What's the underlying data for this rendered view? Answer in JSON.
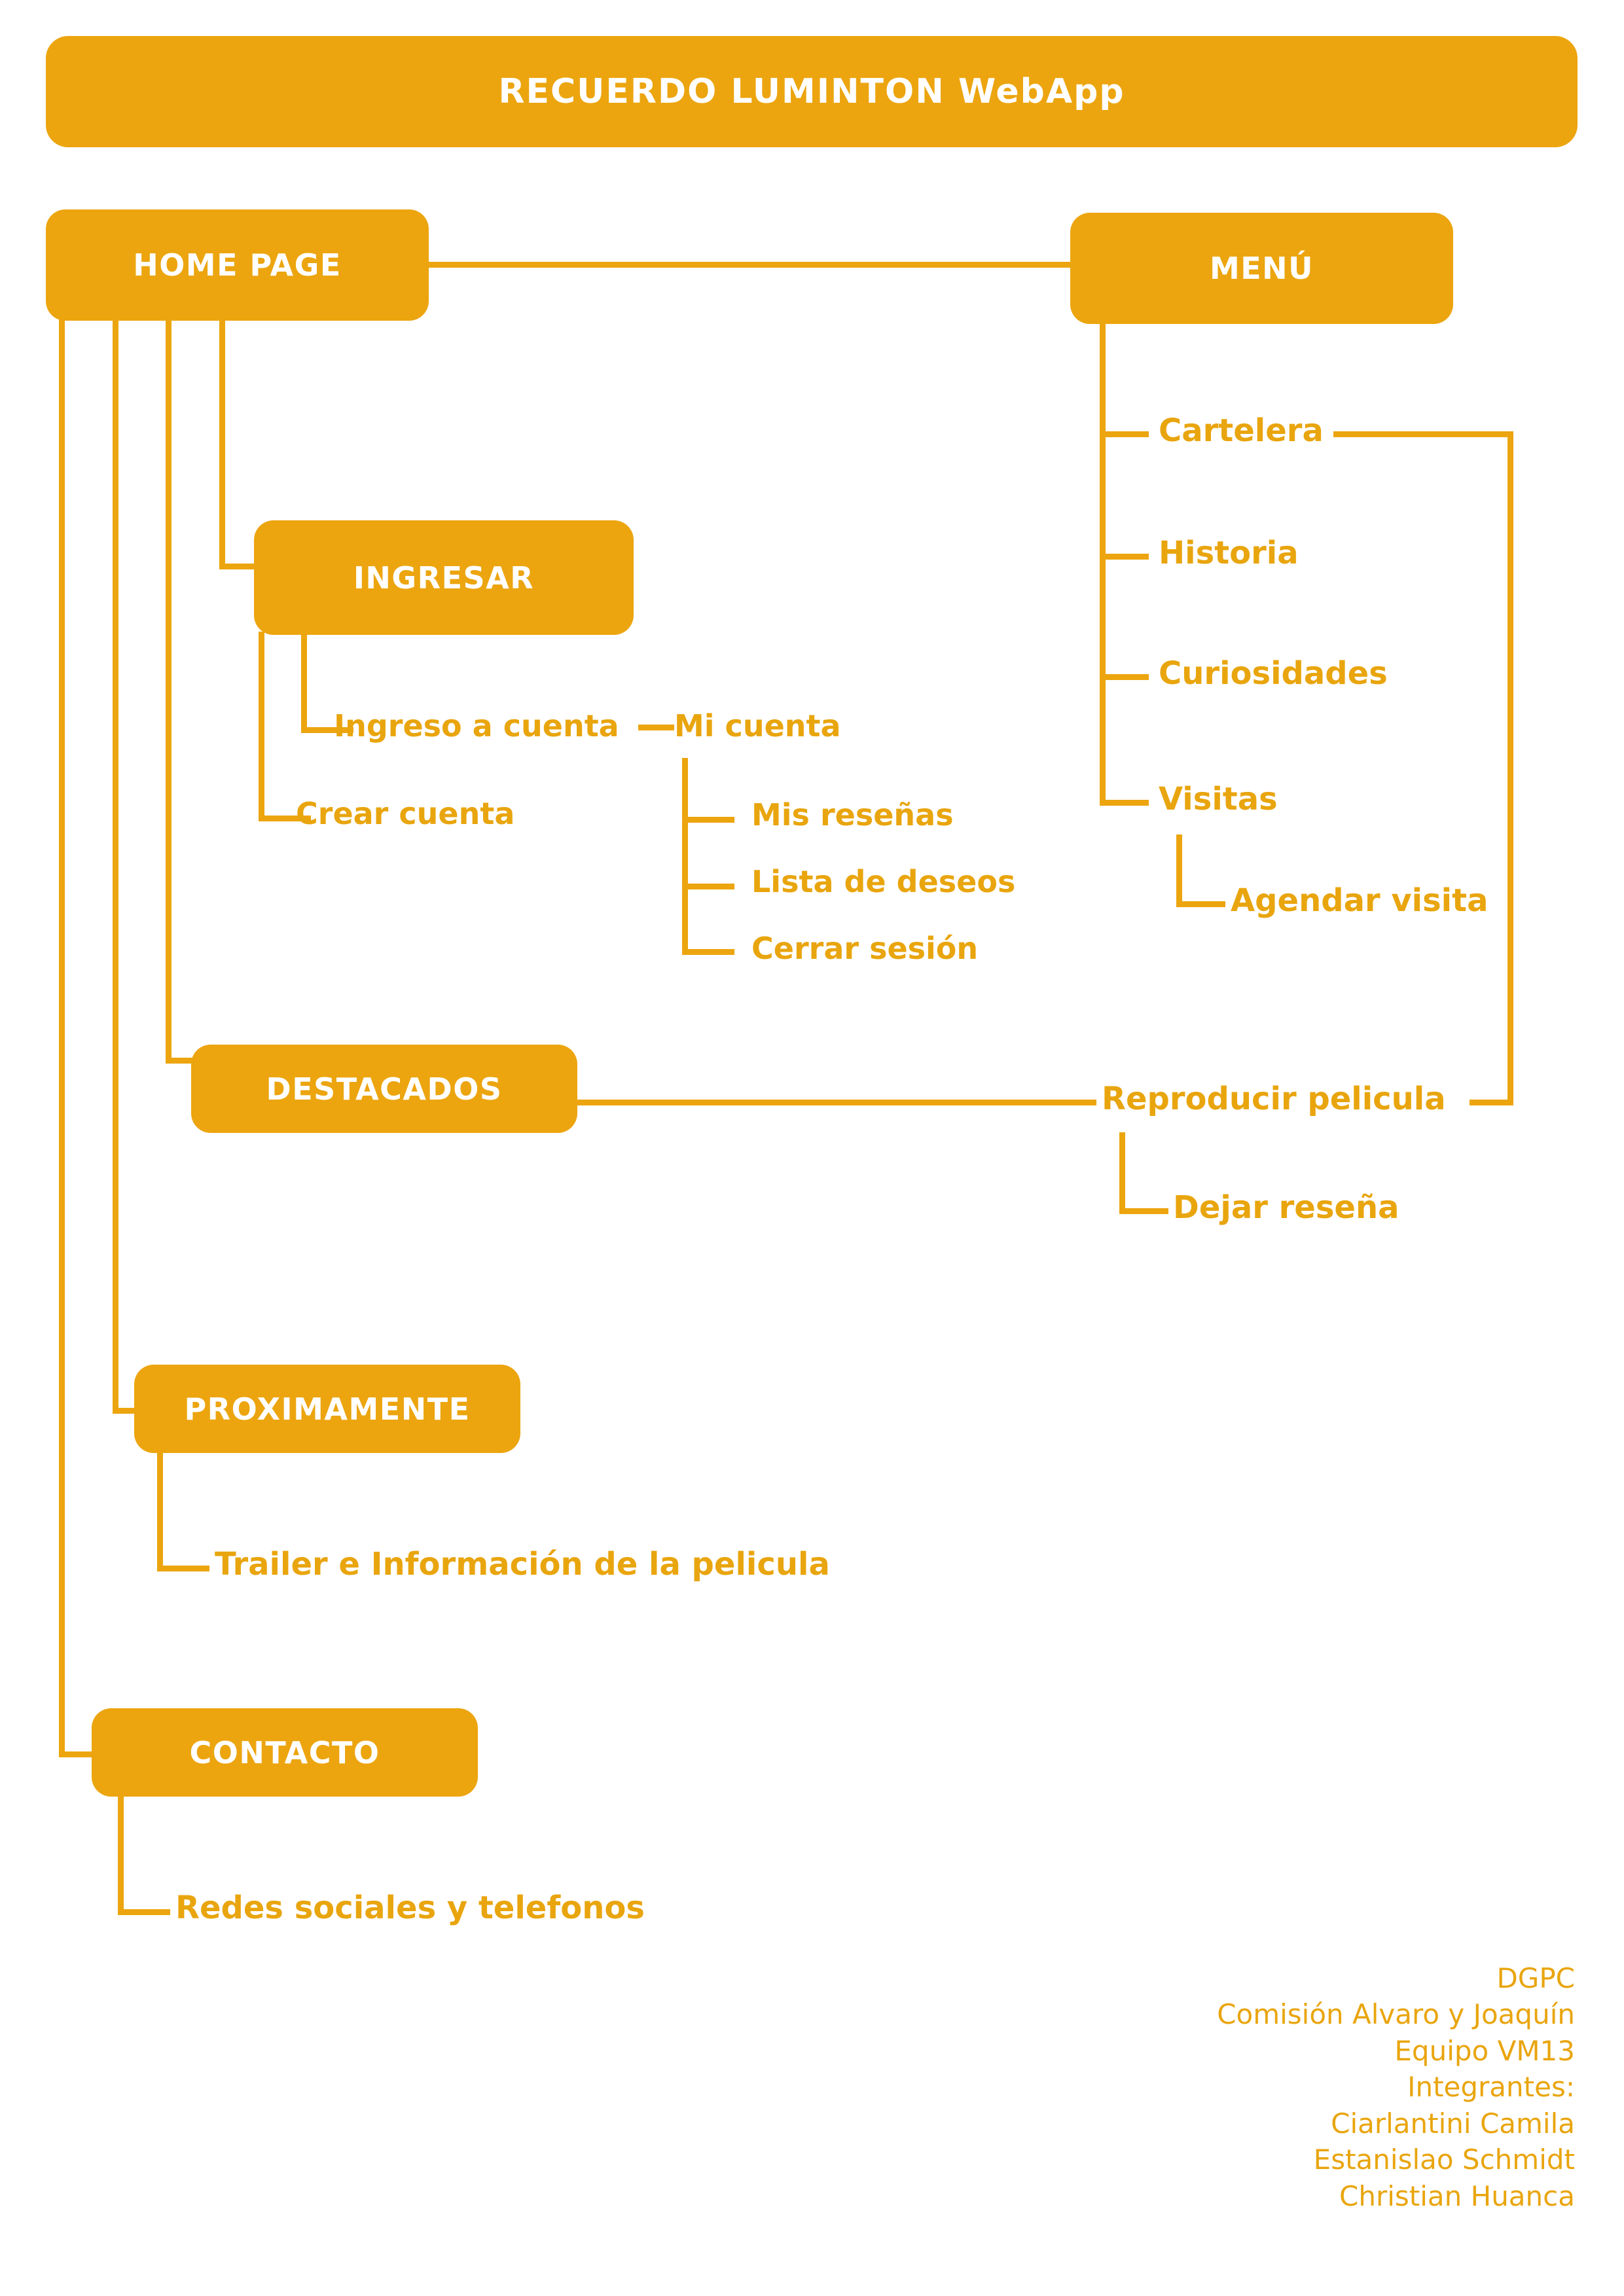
{
  "header": {
    "title": "RECUERDO LUMINTON WebApp"
  },
  "colors": {
    "accent": "#eca50f",
    "leaf_text": "#e9a50e",
    "box_text": "#ffffff",
    "background": "#ffffff"
  },
  "nodes": {
    "home_page": "HOME PAGE",
    "menu": "MENÚ",
    "ingresar": "INGRESAR",
    "destacados": "DESTACADOS",
    "proximamente": "PROXIMAMENTE",
    "contacto": "CONTACTO"
  },
  "leaves": {
    "ingreso_a_cuenta": "Ingreso a cuenta",
    "crear_cuenta": "Crear cuenta",
    "mi_cuenta": "Mi cuenta",
    "mis_resenas": "Mis reseñas",
    "lista_de_deseos": "Lista de deseos",
    "cerrar_sesion": "Cerrar sesión",
    "cartelera": "Cartelera",
    "historia": "Historia",
    "curiosidades": "Curiosidades",
    "visitas": "Visitas",
    "agendar_visita": "Agendar visita",
    "reproducir_pelicula": "Reproducir pelicula",
    "dejar_resena": "Dejar reseña",
    "trailer_info": "Trailer e Información de la pelicula",
    "redes_sociales": "Redes sociales y telefonos"
  },
  "credits": {
    "line1": "DGPC",
    "line2": "Comisión Alvaro y Joaquín",
    "line3": "Equipo VM13",
    "line4": "Integrantes:",
    "line5": "Ciarlantini Camila",
    "line6": "Estanislao Schmidt",
    "line7": "Christian Huanca"
  }
}
